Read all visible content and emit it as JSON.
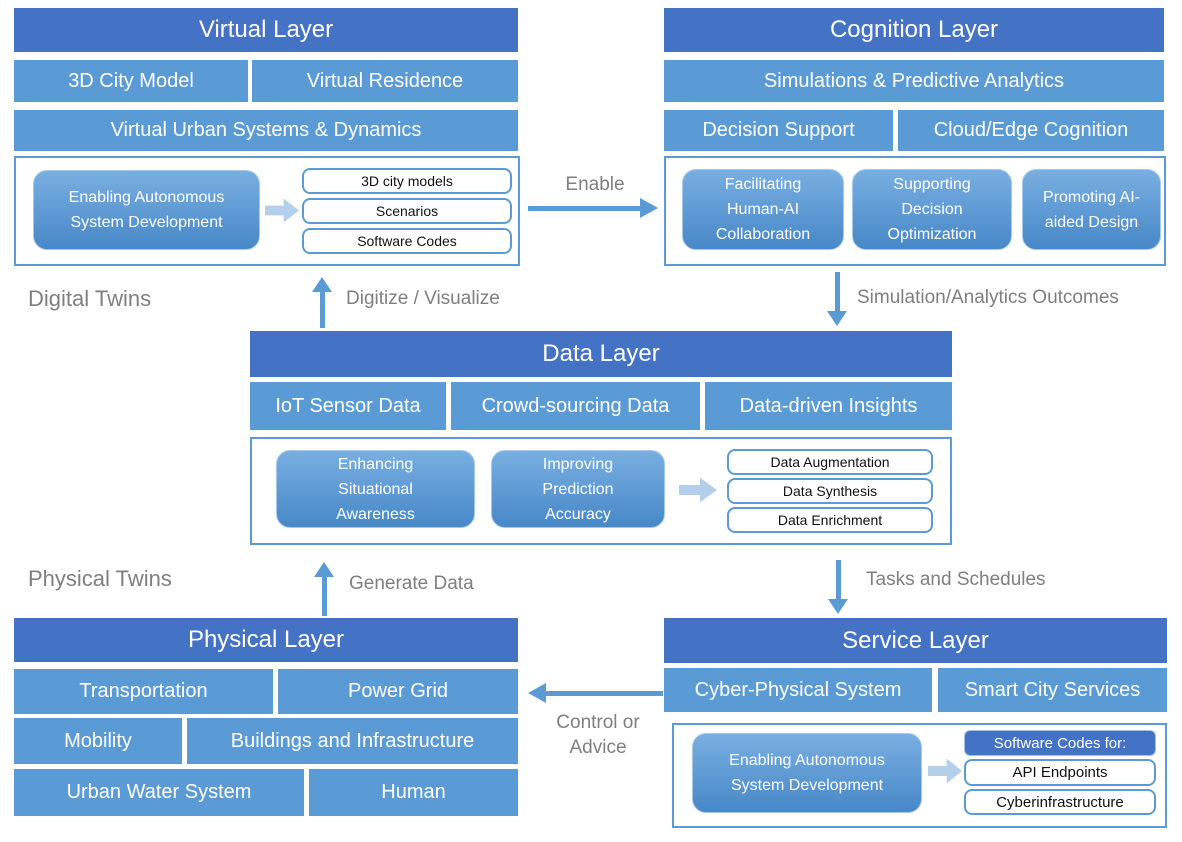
{
  "colors": {
    "header_blue": "#4472C4",
    "box_blue": "#5B9BD5",
    "gradient_top": "#79AFE1",
    "gradient_bottom": "#4788C8",
    "block_arrow": "#B4CFEC",
    "label_gray": "#7F7F7F"
  },
  "labels": {
    "digital_twins": "Digital Twins",
    "physical_twins": "Physical Twins"
  },
  "connectors": {
    "enable": "Enable",
    "digitize": "Digitize / Visualize",
    "sim_outcomes": "Simulation/Analytics Outcomes",
    "generate_data": "Generate Data",
    "tasks_schedules": "Tasks and Schedules",
    "control_line1": "Control or",
    "control_line2": "Advice"
  },
  "virtual": {
    "title": "Virtual Layer",
    "cells": [
      "3D City Model",
      "Virtual Residence"
    ],
    "wide_cell": "Virtual Urban Systems & Dynamics",
    "panel": {
      "main": "Enabling Autonomous System Development",
      "outputs": [
        "3D city models",
        "Scenarios",
        "Software Codes"
      ]
    }
  },
  "cognition": {
    "title": "Cognition Layer",
    "wide_cell": "Simulations & Predictive Analytics",
    "cells": [
      "Decision Support",
      "Cloud/Edge Cognition"
    ],
    "panel": {
      "items": [
        "Facilitating Human-AI Collaboration",
        "Supporting Decision Optimization",
        "Promoting AI-aided Design"
      ]
    }
  },
  "data": {
    "title": "Data Layer",
    "cells": [
      "IoT Sensor Data",
      "Crowd-sourcing Data",
      "Data-driven Insights"
    ],
    "panel": {
      "items": [
        "Enhancing Situational Awareness",
        "Improving Prediction Accuracy"
      ],
      "outputs": [
        "Data Augmentation",
        "Data Synthesis",
        "Data Enrichment"
      ]
    }
  },
  "physical": {
    "title": "Physical Layer",
    "rows": [
      [
        "Transportation",
        "Power Grid"
      ],
      [
        "Mobility",
        "Buildings and Infrastructure"
      ],
      [
        "Urban Water System",
        "Human"
      ]
    ]
  },
  "service": {
    "title": "Service Layer",
    "cells": [
      "Cyber-Physical System",
      "Smart City Services"
    ],
    "panel": {
      "main": "Enabling Autonomous System Development",
      "outputs_title": "Software Codes for:",
      "outputs": [
        "API Endpoints",
        "Cyberinfrastructure"
      ]
    }
  }
}
